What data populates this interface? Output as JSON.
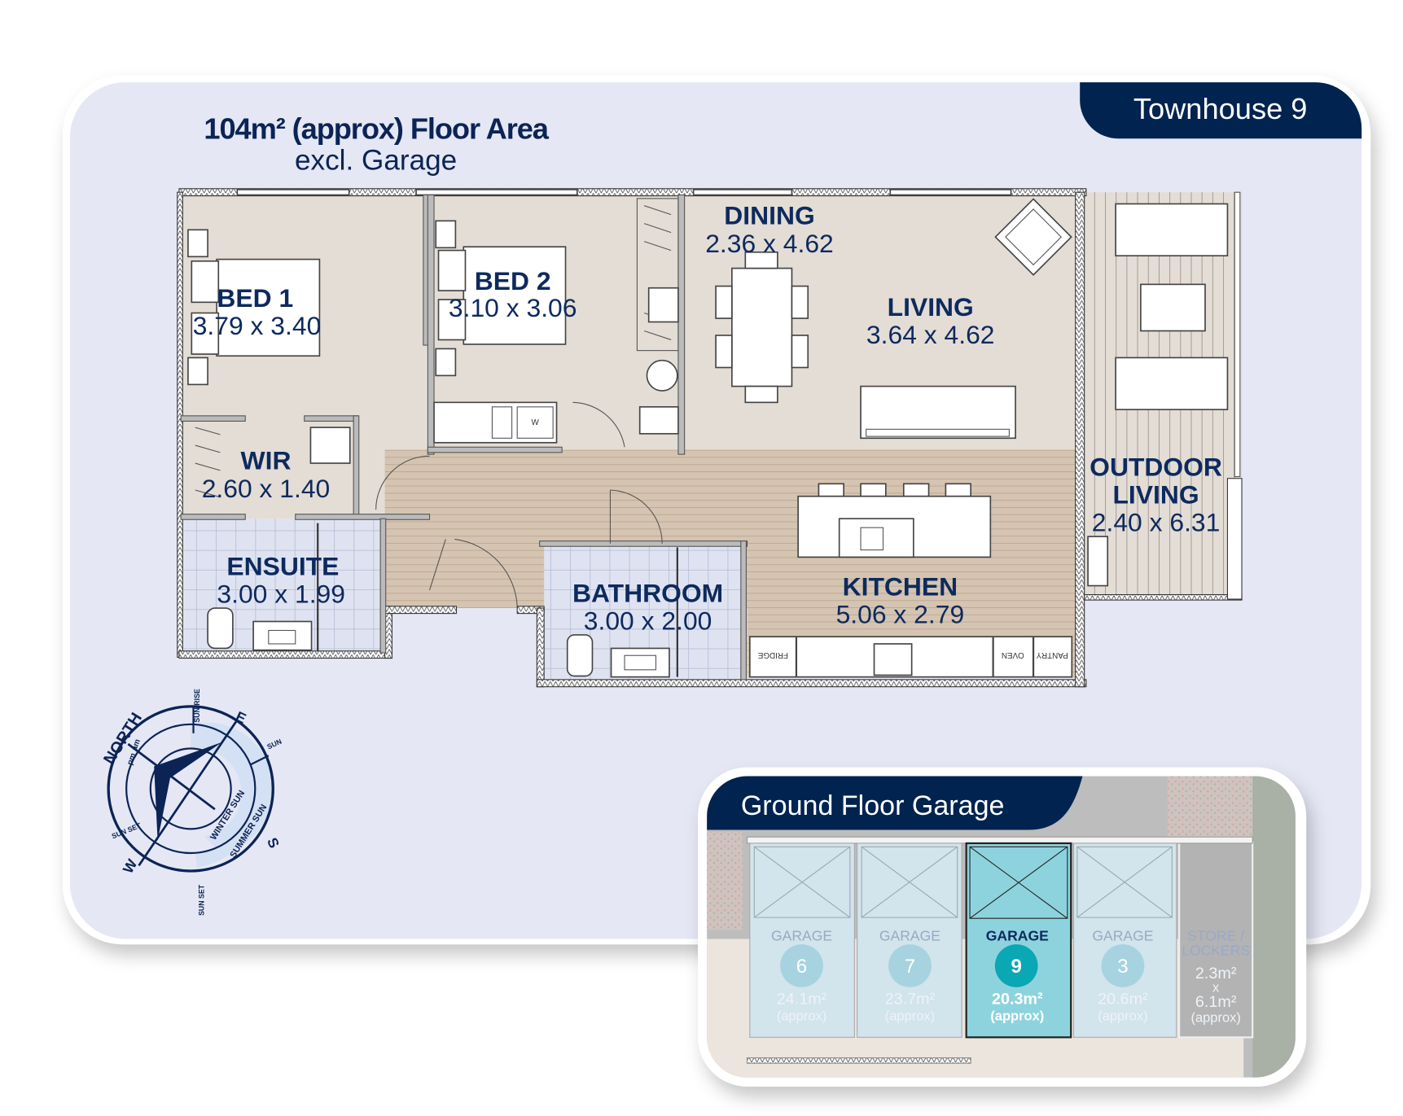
{
  "header": {
    "townhouse_label": "Townhouse 9",
    "floor_area": "104m² (approx) Floor Area",
    "floor_area_note": "excl. Garage"
  },
  "rooms": [
    {
      "name": "BED 1",
      "dims": "3.79 x 3.40"
    },
    {
      "name": "BED 2",
      "dims": "3.10 x 3.06"
    },
    {
      "name": "DINING",
      "dims": "2.36 x 4.62"
    },
    {
      "name": "LIVING",
      "dims": "3.64 x 4.62"
    },
    {
      "name": "WIR",
      "dims": "2.60 x 1.40"
    },
    {
      "name": "ENSUITE",
      "dims": "3.00 x 1.99"
    },
    {
      "name": "BATHROOM",
      "dims": "3.00 x 2.00"
    },
    {
      "name": "KITCHEN",
      "dims": "5.06 x 2.79"
    },
    {
      "name": "OUTDOOR",
      "name2": "LIVING",
      "dims": "2.40 x 6.31"
    }
  ],
  "appliances": {
    "fridge": "FRIDGE",
    "oven": "OVEN",
    "pantry": "PANTRY"
  },
  "compass": {
    "north": "NORTH",
    "east": "E",
    "south": "S",
    "west": "W",
    "pm": "pm",
    "am": "am",
    "sun_rise": "SUN RISE",
    "sun_set_left": "SUN SET",
    "sun_set_bottom": "SUN SET",
    "sun_right": "SUN",
    "winter_sun": "WINTER SUN",
    "summer_sun": "SUMMER SUN"
  },
  "garage_panel": {
    "title": "Ground Floor Garage",
    "garages": [
      {
        "label": "GARAGE",
        "number": "6",
        "area": "24.1m²",
        "note": "(approx)",
        "selected": false
      },
      {
        "label": "GARAGE",
        "number": "7",
        "area": "23.7m²",
        "note": "(approx)",
        "selected": false
      },
      {
        "label": "GARAGE",
        "number": "9",
        "area": "20.3m²",
        "note": "(approx)",
        "selected": true
      },
      {
        "label": "GARAGE",
        "number": "3",
        "area": "20.6m²",
        "note": "(approx)",
        "selected": false
      }
    ],
    "store": {
      "label1": "STORE /",
      "label2": "LOCKERS",
      "area1": "2.3m²",
      "x": "x",
      "area2": "6.1m²",
      "note": "(approx)"
    }
  },
  "colors": {
    "navy": "#0b2455",
    "panel": "#e5e7f5",
    "selected_garage": "#0aa7b5",
    "garage_circle": "#a6d3df"
  }
}
